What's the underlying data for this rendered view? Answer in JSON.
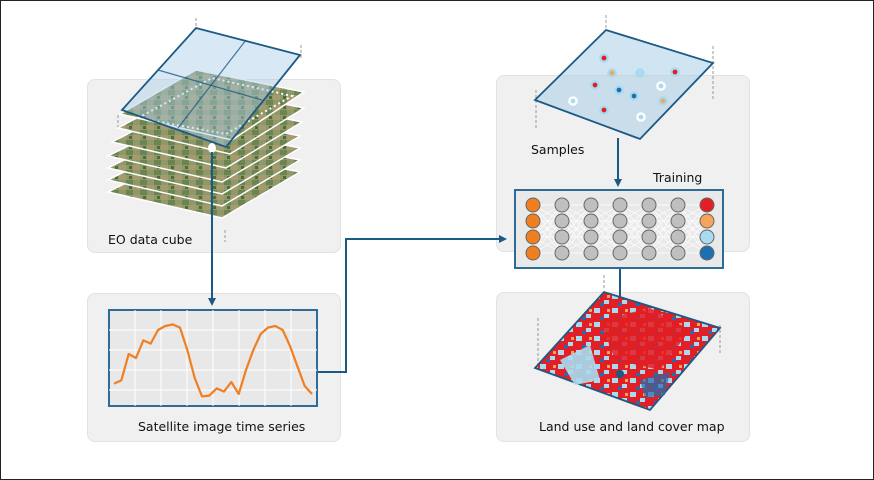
{
  "labels": {
    "eo_cube": "EO data cube",
    "time_series": "Satellite image time series",
    "samples": "Samples",
    "training": "Training",
    "map": "Land use and land cover map"
  },
  "colors": {
    "arrow": "#1b5a85",
    "panel_bg": "#f0f0f0",
    "series_line": "#f07f22",
    "box_border": "#2d6c96",
    "plane_fill": "#a9cde8",
    "class_red": "#e21f26",
    "class_orange": "#f6a35b",
    "class_light_blue": "#a7dbf0",
    "class_dark_blue": "#1b6fb2"
  },
  "time_series": [
    0.18,
    0.22,
    0.55,
    0.5,
    0.72,
    0.68,
    0.85,
    0.9,
    0.92,
    0.88,
    0.6,
    0.25,
    0.02,
    0.03,
    0.12,
    0.08,
    0.2,
    0.05,
    0.35,
    0.6,
    0.8,
    0.88,
    0.9,
    0.85,
    0.65,
    0.4,
    0.15,
    0.05
  ],
  "network": {
    "input_nodes": 4,
    "hidden_layers": 5,
    "output_classes": [
      "class_red",
      "class_orange",
      "class_light_blue",
      "class_dark_blue"
    ]
  }
}
